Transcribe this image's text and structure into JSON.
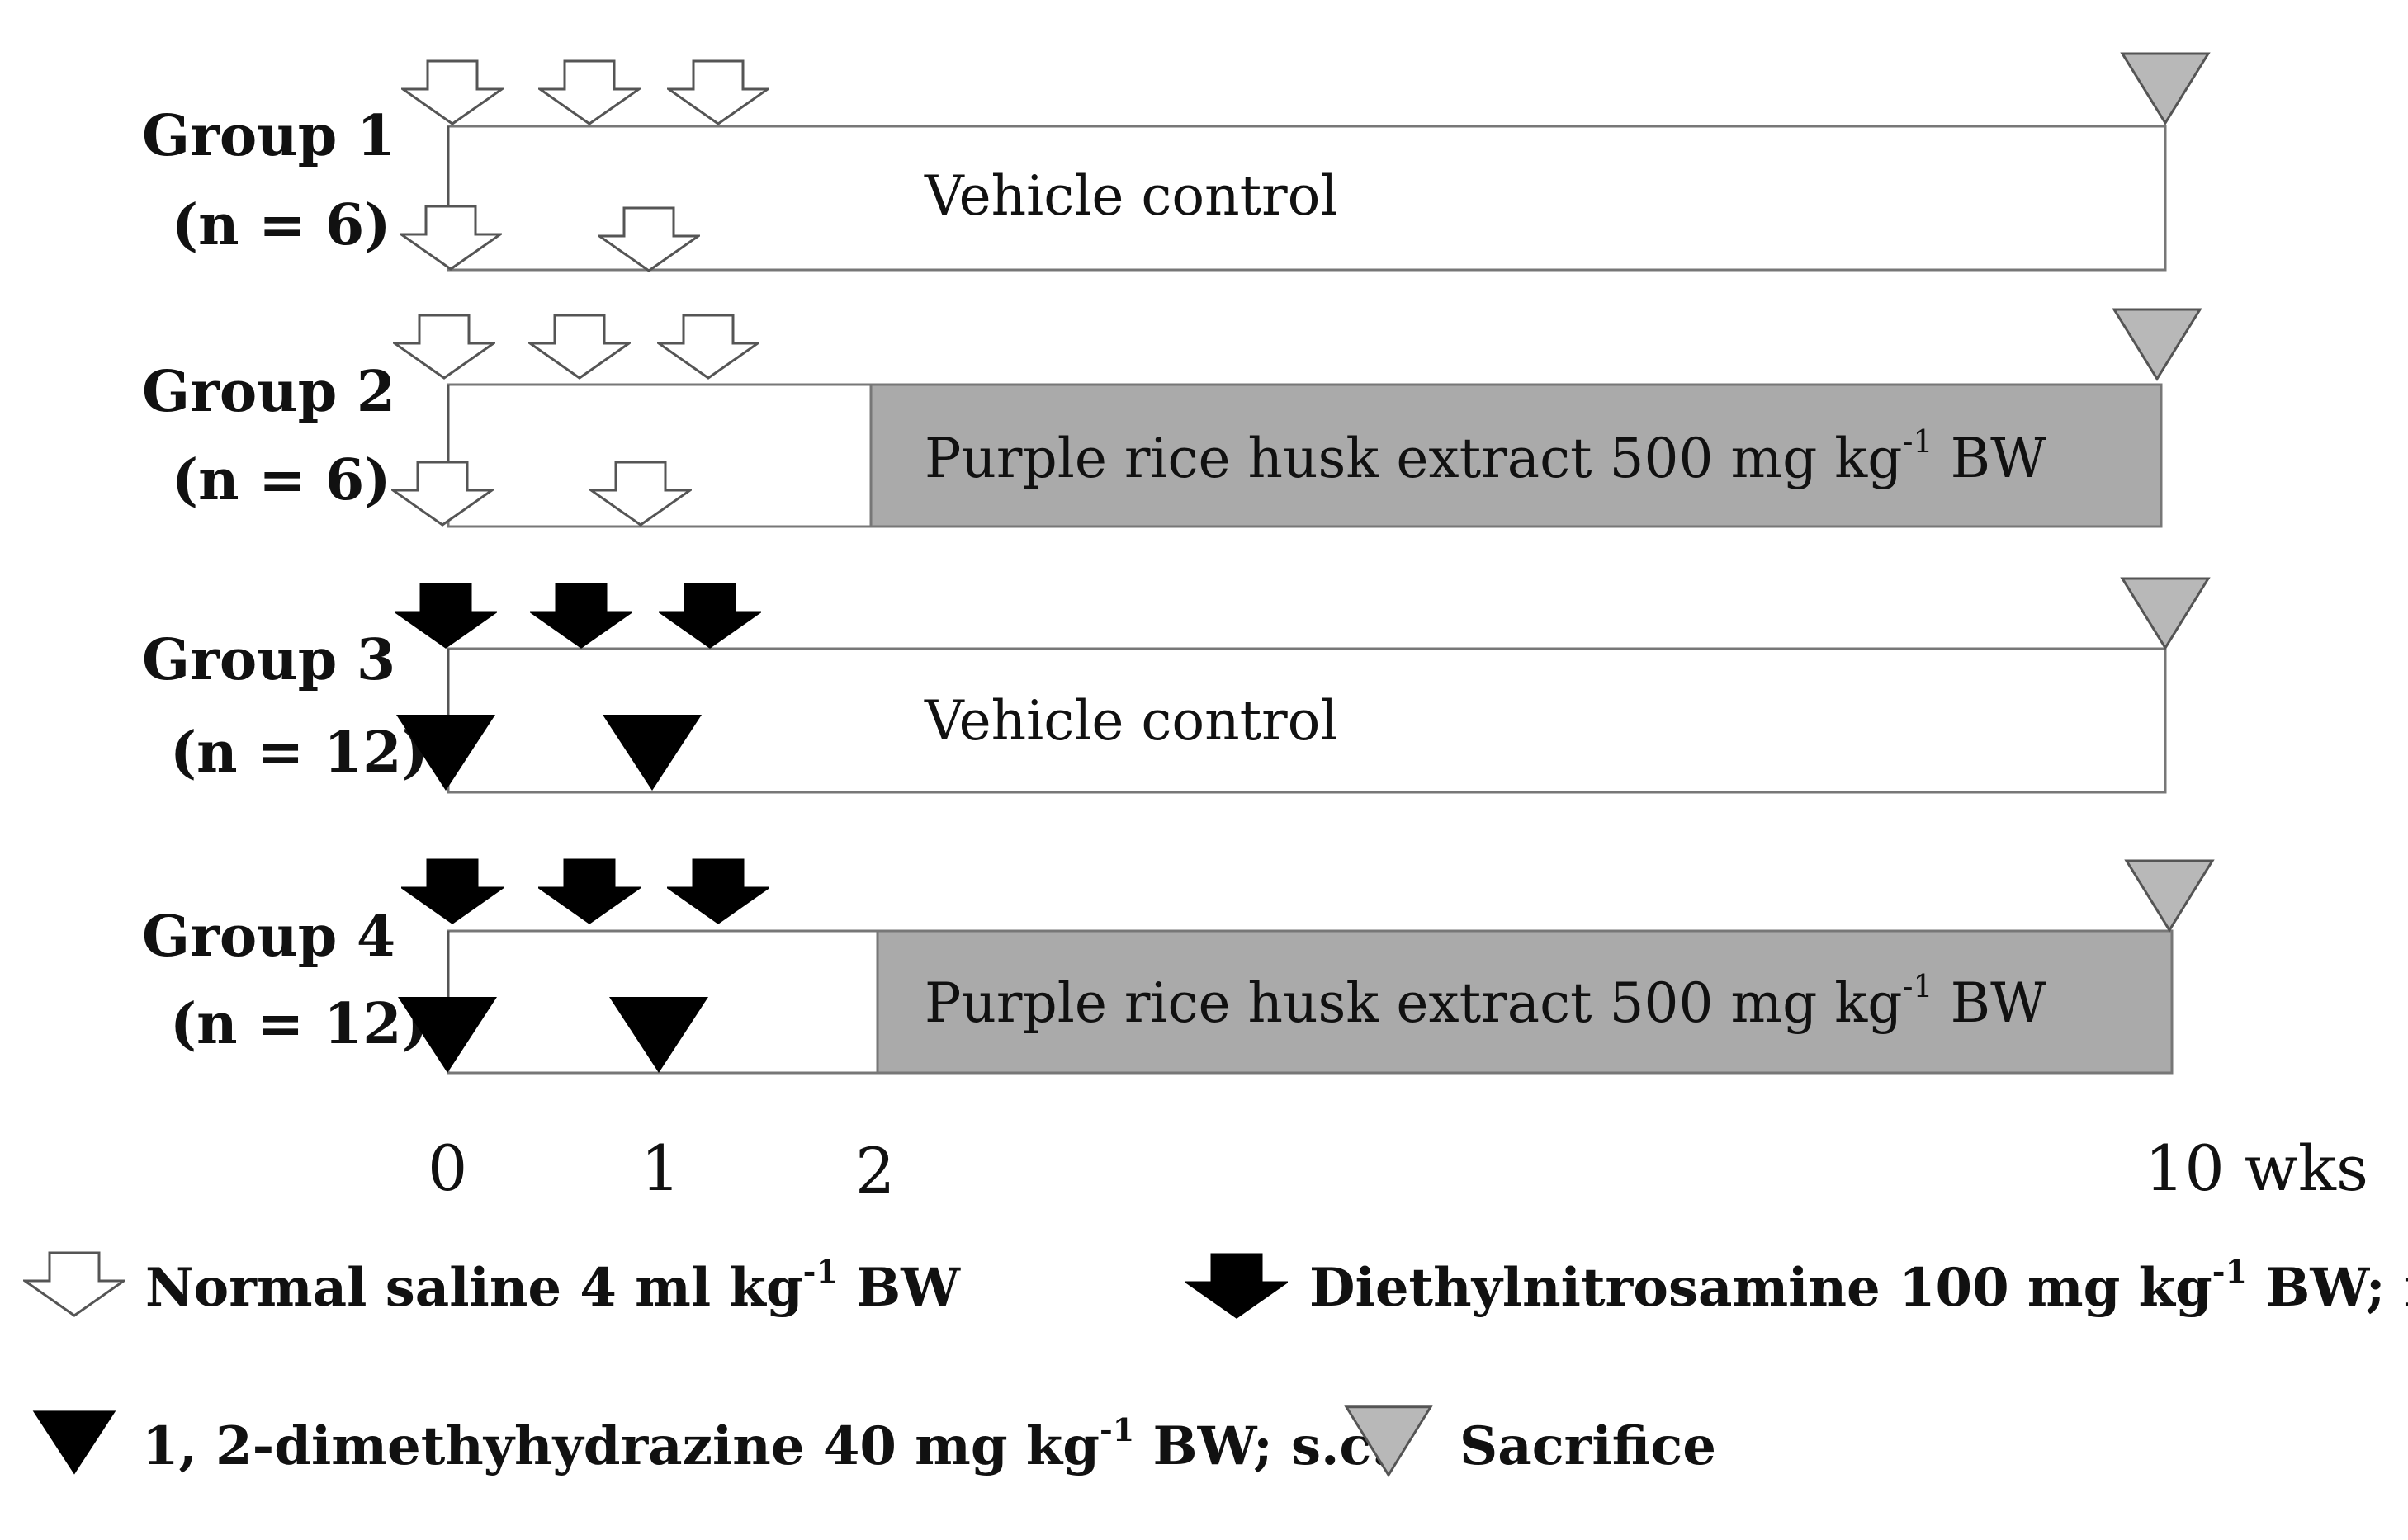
{
  "groups": [
    {
      "name": "Group 1",
      "n": "(n = 6)",
      "treatment": "Vehicle control",
      "shaded": false
    },
    {
      "name": "Group 2",
      "n": "(n = 6)",
      "treatment": "Purple rice husk extract 500 mg kg",
      "shaded": true
    },
    {
      "name": "Group 3",
      "n": "(n = 12)",
      "treatment": "Vehicle control",
      "shaded": false
    },
    {
      "name": "Group 4",
      "n": "(n = 12)",
      "treatment": "Purple rice husk extract 500 mg kg",
      "shaded": true
    }
  ],
  "treatment_unit_sup": "-1",
  "treatment_unit_suffix": " BW",
  "timeline": {
    "ticks": [
      "0",
      "1",
      "2",
      "10 wks"
    ]
  },
  "legend": {
    "saline": {
      "main": "Normal saline 4 ml kg",
      "sup": "-1",
      "rest": " BW"
    },
    "den": {
      "main": "Diethylnitrosamine 100 mg kg",
      "sup": "-1",
      "rest": " BW; i.p."
    },
    "dmh": {
      "main": "1, 2-dimethyhydrazine 40 mg kg",
      "sup": "-1",
      "rest": " BW; s.c."
    },
    "sacrifice": {
      "main": "Sacrifice"
    }
  },
  "colors": {
    "shaded_bar": "#aaaaaa",
    "sacrifice_marker": "#b8b8b8",
    "black_marker": "#000000",
    "outline": "#555555"
  }
}
